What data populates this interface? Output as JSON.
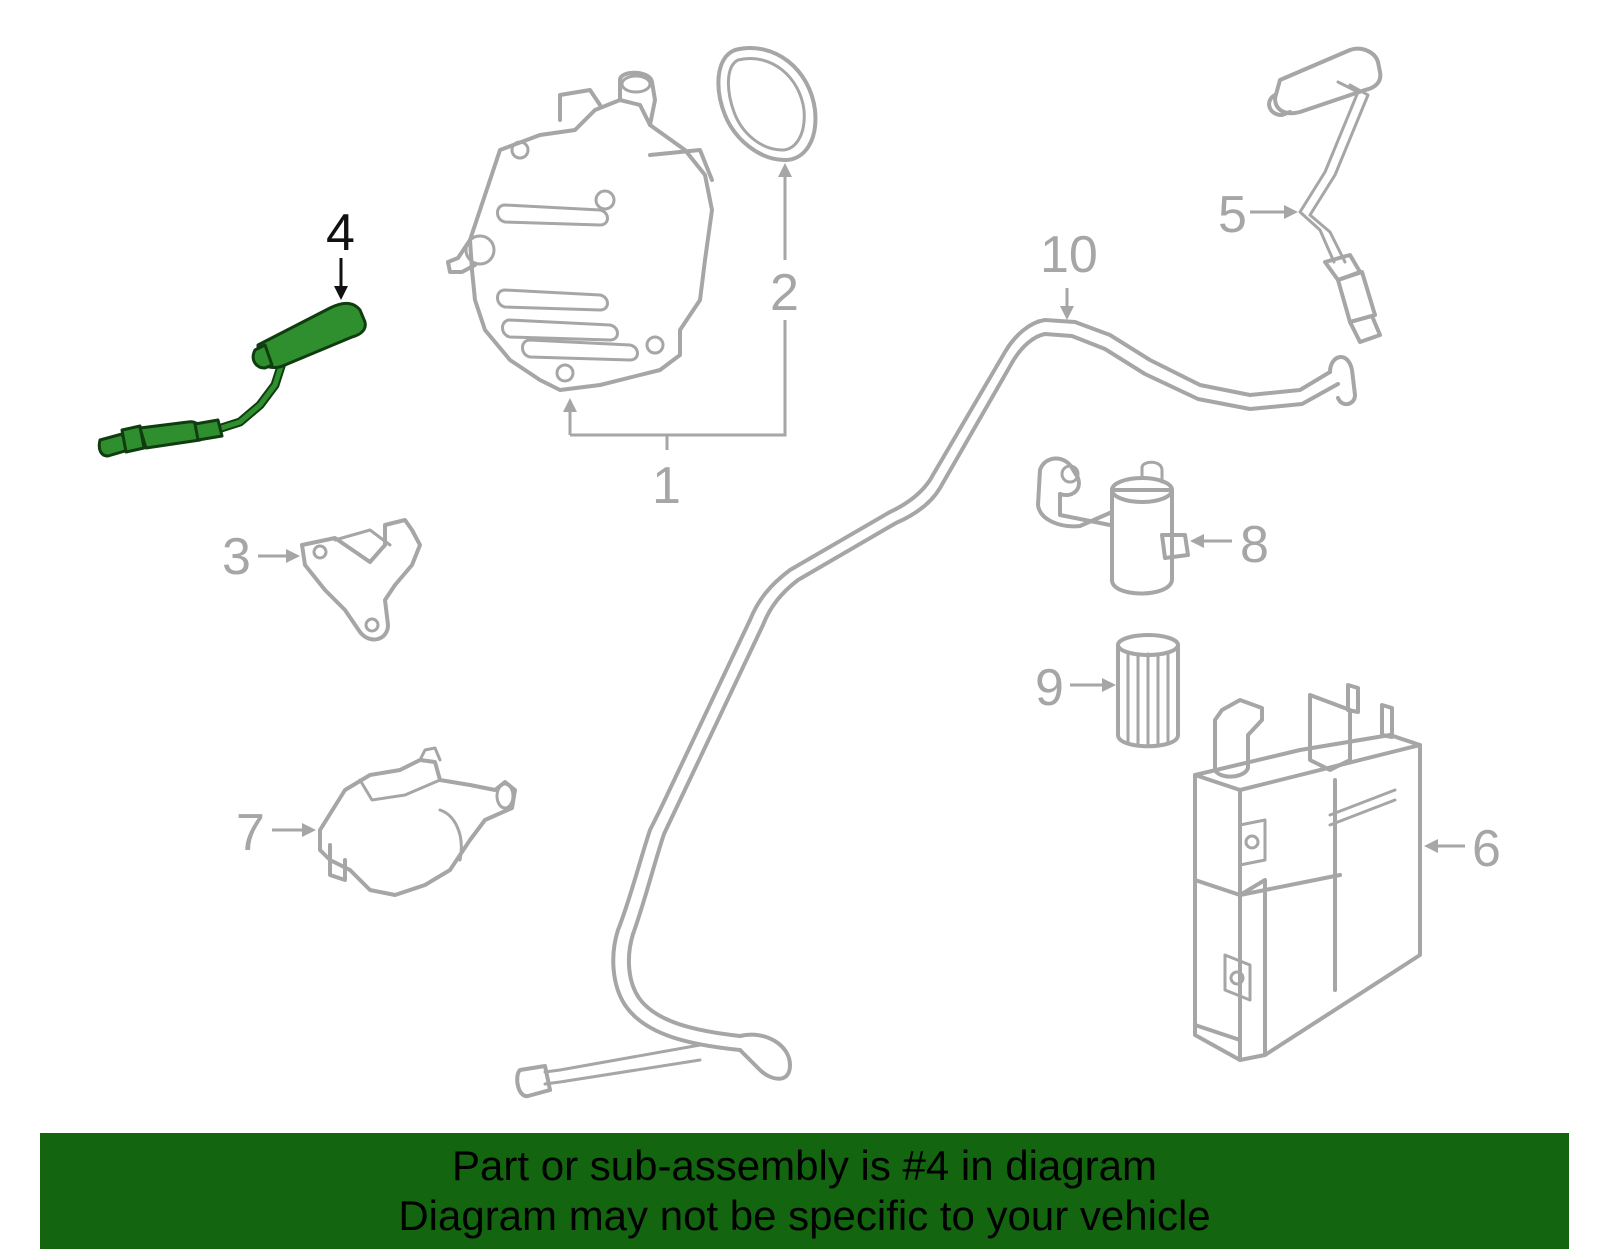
{
  "colors": {
    "part_outline": "#a6a6a6",
    "highlight_part": "#2f8f2f",
    "highlight_text": "#111111",
    "banner_background": "#13650f",
    "banner_text": "#000000"
  },
  "callouts": {
    "c1": "1",
    "c2": "2",
    "c3": "3",
    "c4": "4",
    "c5": "5",
    "c6": "6",
    "c7": "7",
    "c8": "8",
    "c9": "9",
    "c10": "10"
  },
  "highlighted_callout": "4",
  "banner": {
    "line1": "Part or sub-assembly is #4 in diagram",
    "line2": "Diagram may not be specific to your vehicle"
  }
}
